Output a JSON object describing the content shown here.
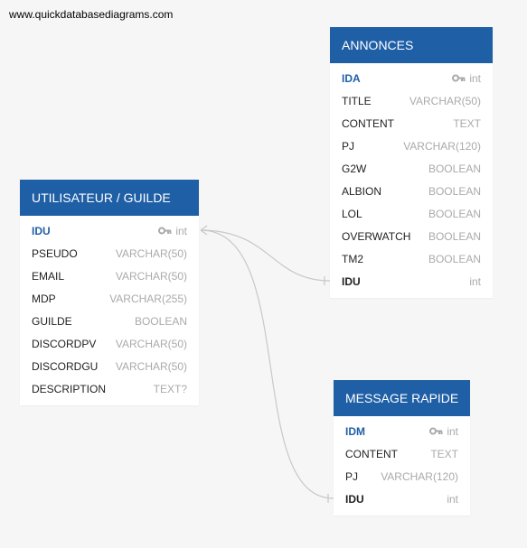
{
  "watermark": "www.quickdatabasediagrams.com",
  "colors": {
    "header": "#1f5fa6",
    "pk_text": "#1f5fa6",
    "type_text": "#aaaaaa",
    "link": "#c8c8c8"
  },
  "tables": {
    "utilisateur": {
      "title": "UTILISATEUR / GUILDE",
      "fields": [
        {
          "name": "IDU",
          "type": "int",
          "pk": true
        },
        {
          "name": "PSEUDO",
          "type": "VARCHAR(50)"
        },
        {
          "name": "EMAIL",
          "type": "VARCHAR(50)"
        },
        {
          "name": "MDP",
          "type": "VARCHAR(255)"
        },
        {
          "name": "GUILDE",
          "type": "BOOLEAN"
        },
        {
          "name": "DISCORDPV",
          "type": "VARCHAR(50)"
        },
        {
          "name": "DISCORDGU",
          "type": "VARCHAR(50)"
        },
        {
          "name": "DESCRIPTION",
          "type": "TEXT?"
        }
      ]
    },
    "annonces": {
      "title": "ANNONCES",
      "fields": [
        {
          "name": "IDA",
          "type": "int",
          "pk": true
        },
        {
          "name": "TITLE",
          "type": "VARCHAR(50)"
        },
        {
          "name": "CONTENT",
          "type": "TEXT"
        },
        {
          "name": "PJ",
          "type": "VARCHAR(120)"
        },
        {
          "name": "G2W",
          "type": "BOOLEAN"
        },
        {
          "name": "ALBION",
          "type": "BOOLEAN"
        },
        {
          "name": "LOL",
          "type": "BOOLEAN"
        },
        {
          "name": "OVERWATCH",
          "type": "BOOLEAN"
        },
        {
          "name": "TM2",
          "type": "BOOLEAN"
        },
        {
          "name": "IDU",
          "type": "int",
          "fk": true
        }
      ]
    },
    "message": {
      "title": "MESSAGE RAPIDE",
      "fields": [
        {
          "name": "IDM",
          "type": "int",
          "pk": true
        },
        {
          "name": "CONTENT",
          "type": "TEXT"
        },
        {
          "name": "PJ",
          "type": "VARCHAR(120)"
        },
        {
          "name": "IDU",
          "type": "int",
          "fk": true
        }
      ]
    }
  }
}
